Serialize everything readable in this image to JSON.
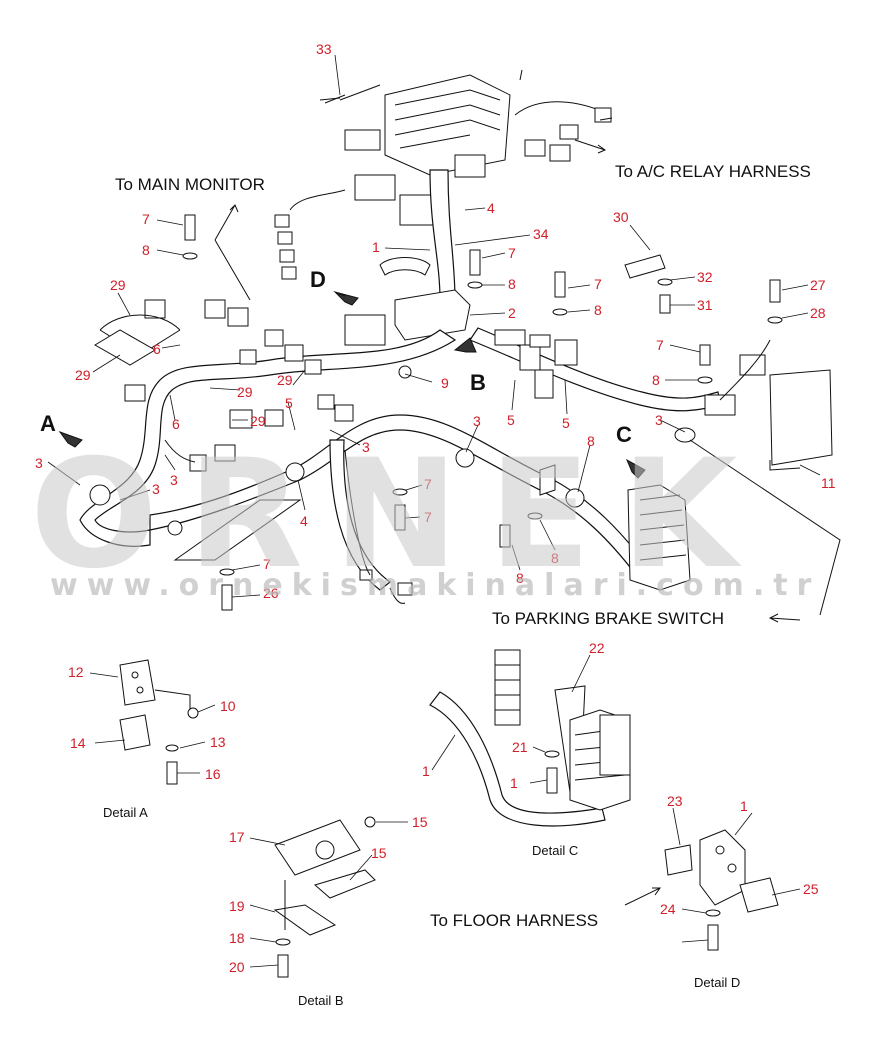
{
  "watermark": {
    "logo_text": "ORNEK",
    "url": "www.ornekismakinalari.com.tr"
  },
  "captions": {
    "to_main_monitor": "To MAIN MONITOR",
    "to_ac_relay": "To A/C RELAY HARNESS",
    "to_parking_brake": "To PARKING BRAKE SWITCH",
    "to_floor_harness": "To FLOOR HARNESS"
  },
  "views": {
    "a": "A",
    "b": "B",
    "c": "C",
    "d": "D"
  },
  "details": {
    "a": "Detail A",
    "b": "Detail B",
    "c": "Detail C",
    "d": "Detail D"
  },
  "part_labels": [
    "33",
    "7",
    "8",
    "4",
    "34",
    "1",
    "7",
    "8",
    "2",
    "30",
    "32",
    "31",
    "27",
    "28",
    "7",
    "8",
    "7",
    "8",
    "29",
    "6",
    "29",
    "6",
    "29",
    "29",
    "5",
    "29",
    "3",
    "3",
    "3",
    "3",
    "4",
    "9",
    "5",
    "5",
    "3",
    "3",
    "8",
    "7",
    "7",
    "8",
    "8",
    "7",
    "26",
    "11",
    "12",
    "10",
    "14",
    "13",
    "16",
    "17",
    "15",
    "15",
    "19",
    "18",
    "20",
    "22",
    "21",
    "1",
    "1",
    "23",
    "1",
    "25",
    "24"
  ],
  "colors": {
    "label": "#d0202a",
    "line": "#111111",
    "watermark": "#c9c9c9"
  }
}
